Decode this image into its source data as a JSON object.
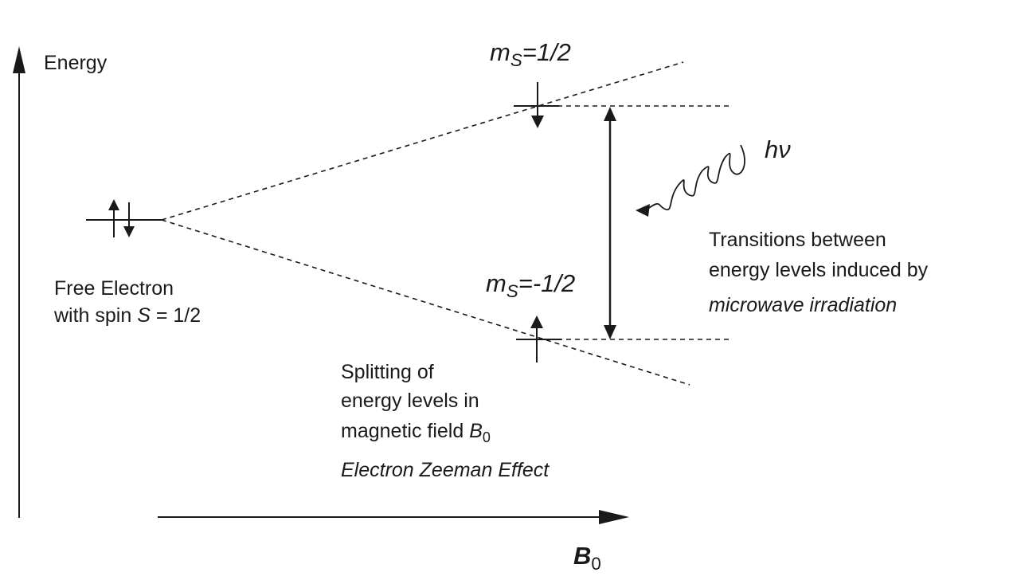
{
  "labels": {
    "energy_axis": "Energy",
    "field_axis_symbol": "B",
    "field_axis_subscript": "0",
    "upper_level_prefix": "m",
    "upper_level_subscript": "S",
    "upper_level_value": "=1/2",
    "lower_level_prefix": "m",
    "lower_level_subscript": "S",
    "lower_level_value": "=-1/2",
    "photon": "hν",
    "free_electron_line1": "Free Electron",
    "free_electron_line2_prefix": "with spin ",
    "free_electron_line2_symbol": "S",
    "free_electron_line2_value": " = 1/2",
    "splitting_line1": "Splitting of",
    "splitting_line2": "energy levels in",
    "splitting_line3_prefix": "magnetic field ",
    "splitting_line3_symbol": "B",
    "splitting_line3_subscript": "0",
    "splitting_line4": "Electron Zeeman Effect",
    "transitions_line1": "Transitions between",
    "transitions_line2": "energy levels induced by",
    "transitions_line3": "microwave irradiation"
  },
  "colors": {
    "ink": "#1a1a1a",
    "background": "#ffffff"
  }
}
